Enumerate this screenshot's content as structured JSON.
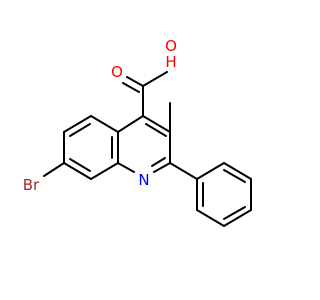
{
  "molecule": {
    "atoms": {
      "oxygen_hydroxyl": "O",
      "hydrogen_hydroxyl": "H",
      "oxygen_carbonyl": "O",
      "nitrogen": "N",
      "bromine": "Br"
    },
    "colors": {
      "bond": "#000000",
      "oxygen": "#ff0000",
      "nitrogen": "#0000ff",
      "bromine": "#a52a2a"
    }
  }
}
